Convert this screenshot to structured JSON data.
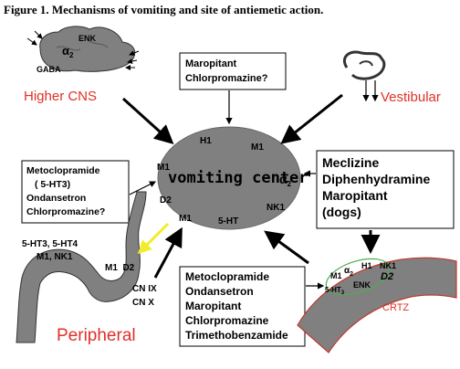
{
  "figure_title": "Figure 1. Mechanisms of vomiting and site of antiemetic action.",
  "higher_cns": {
    "label": "Higher CNS",
    "receptor_alpha2": "α",
    "receptor_alpha2_sub": "2",
    "receptor_enk": "ENK",
    "receptor_gaba": "GABA"
  },
  "vestibular": {
    "label": "Vestibular"
  },
  "box_top": {
    "line1": "Maropitant",
    "line2": "Chlorpromazine?"
  },
  "box_left": {
    "line1": "Metoclopramide",
    "line2": "( 5-HT3)",
    "line3": "Ondansetron",
    "line4": "Chlorpromazine?"
  },
  "box_right": {
    "line1": "Meclizine",
    "line2": "Diphenhydramine",
    "line3": "Maropitant",
    "line4": "(dogs)"
  },
  "box_bottom": {
    "line1": "Metoclopramide",
    "line2": "Ondansetron",
    "line3": "Maropitant",
    "line4": "Chlorpromazine",
    "line5": "Trimethobenzamide"
  },
  "vomiting_center": {
    "label": "vomiting center",
    "receptors": {
      "h1_top": "H1",
      "m1_top": "M1",
      "m1_left": "M1",
      "d2": "D2",
      "m1_bottom": "M1",
      "five_ht": "5-HT",
      "alpha": "α",
      "alpha_sub": "2",
      "nk1": "NK1"
    }
  },
  "peripheral": {
    "label": "Peripheral",
    "receptors_line1": "5-HT3, 5-HT4",
    "receptors_line2": "M1, NK1",
    "receptors_gut": "M1  D2",
    "cn9": "CN IX",
    "cn10": "CN X"
  },
  "crtz": {
    "label": "CRTZ",
    "m1": "M1",
    "alpha": "α",
    "alpha_sub": "2",
    "h1": "H1",
    "nk1": "NK1",
    "five_ht3": "5-HT",
    "five_ht3_sub": "3",
    "enk": "ENK",
    "d2": "D2"
  },
  "colors": {
    "shape_fill": "#808080",
    "shape_dark": "#333333",
    "red_text": "#e0302a",
    "yellow_arrow": "#f2ec2c",
    "green_outline": "#4cae4c"
  }
}
